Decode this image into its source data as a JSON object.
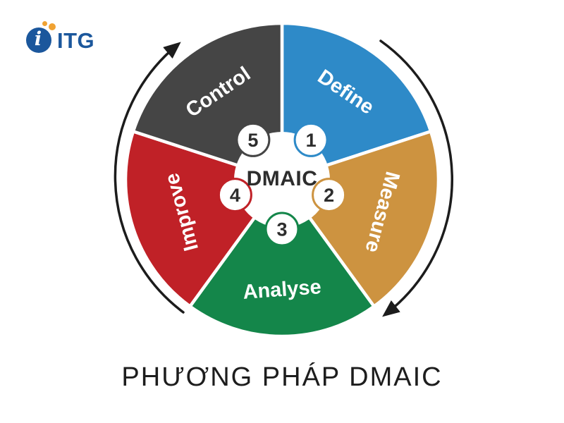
{
  "logo": {
    "i_glyph": "i",
    "text": "ITG",
    "brand_color": "#1b579c",
    "accent_color": "#f0a232"
  },
  "title": "PHƯƠNG PHÁP DMAIC",
  "diagram": {
    "center_label": "DMAIC",
    "arrow_color": "#1c1c1c",
    "segments": [
      {
        "name": "Define",
        "number": "1",
        "color": "#2e8ac8"
      },
      {
        "name": "Measure",
        "number": "2",
        "color": "#cd9340"
      },
      {
        "name": "Analyse",
        "number": "3",
        "color": "#14864a"
      },
      {
        "name": "Improve",
        "number": "4",
        "color": "#c02127"
      },
      {
        "name": "Control",
        "number": "5",
        "color": "#454545"
      }
    ]
  }
}
